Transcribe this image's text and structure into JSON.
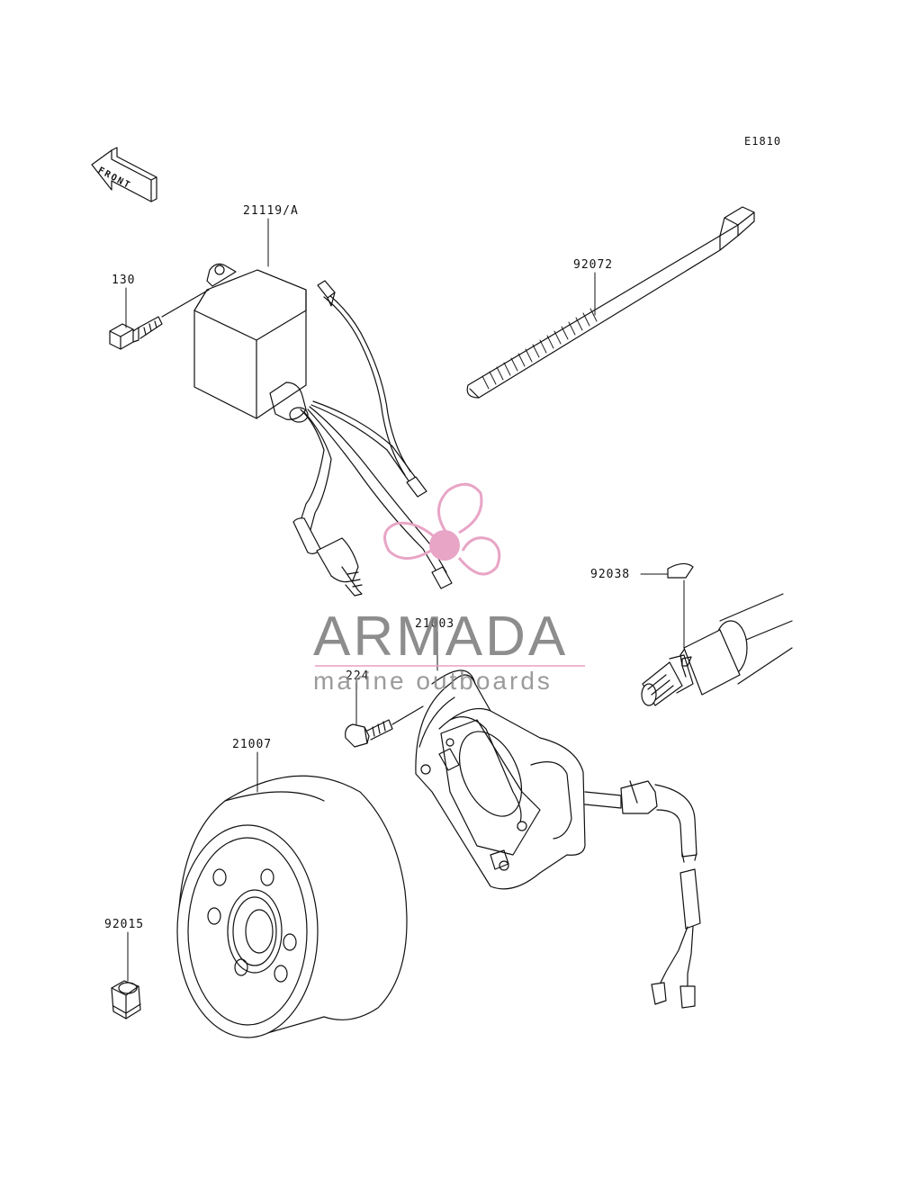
{
  "diagram": {
    "code": "E1810",
    "front_arrow_text": "FRONT",
    "parts": [
      {
        "number": "21119/A",
        "name": "cdi-unit"
      },
      {
        "number": "130",
        "name": "bolt-130"
      },
      {
        "number": "92072",
        "name": "cable-band"
      },
      {
        "number": "92038",
        "name": "woodruff-key"
      },
      {
        "number": "21003",
        "name": "stator"
      },
      {
        "number": "224",
        "name": "screw-224"
      },
      {
        "number": "21007",
        "name": "flywheel"
      },
      {
        "number": "92015",
        "name": "nut-92015"
      }
    ]
  },
  "watermark": {
    "brand": "ARMADA",
    "tagline": "marine outboards",
    "logo_color": "#e8a5c6",
    "text_color": "#7a7a7a"
  }
}
